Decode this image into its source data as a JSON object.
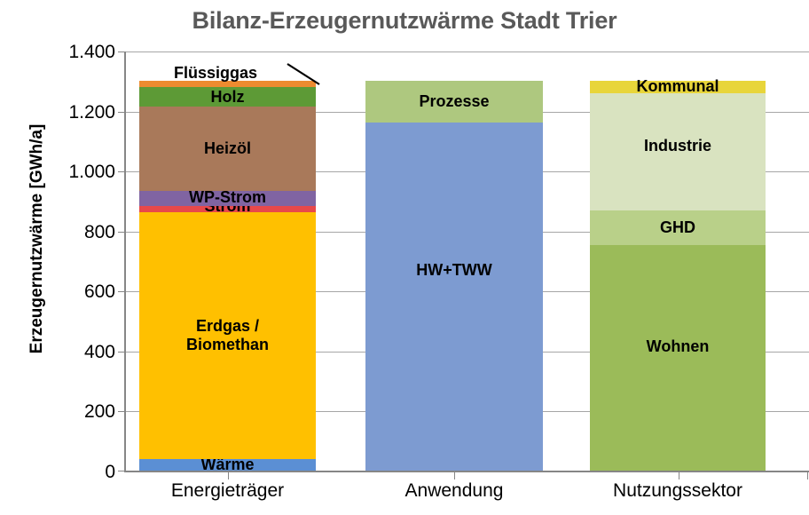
{
  "chart_data": {
    "type": "bar",
    "stacked": true,
    "title": "Bilanz-Erzeugernutzwärme Stadt Trier",
    "xlabel": "",
    "ylabel": "Erzeugernutzwärme [GWh/a]",
    "ylim": [
      0,
      1400
    ],
    "ytick_labels": [
      "1.400",
      "1.200",
      "1.000",
      "800",
      "600",
      "400",
      "200",
      "0"
    ],
    "ytick_values": [
      1400,
      1200,
      1000,
      800,
      600,
      400,
      200,
      0
    ],
    "grid": true,
    "legend": "none (segments labeled inline)",
    "categories": [
      "Energieträger",
      "Anwendung",
      "Nutzungssektor"
    ],
    "columns": [
      {
        "category": "Energieträger",
        "total": 1295,
        "segments": [
          {
            "name": "Wärme",
            "value": 38,
            "color": "#5b8fd4"
          },
          {
            "name": "Erdgas / Biomethan",
            "value": 822,
            "color": "#ffc000"
          },
          {
            "name": "Strom",
            "value": 20,
            "color": "#e8484a"
          },
          {
            "name": "WP-Strom",
            "value": 50,
            "color": "#8064a2"
          },
          {
            "name": "Heizöl",
            "value": 280,
            "color": "#a9795a"
          },
          {
            "name": "Holz",
            "value": 65,
            "color": "#5d9a36"
          },
          {
            "name": "Flüssiggas",
            "value": 20,
            "color": "#ed8b30"
          }
        ]
      },
      {
        "category": "Anwendung",
        "total": 1295,
        "segments": [
          {
            "name": "HW+TWW",
            "value": 1160,
            "color": "#7d9bd1"
          },
          {
            "name": "Prozesse",
            "value": 135,
            "color": "#aec87f"
          }
        ]
      },
      {
        "category": "Nutzungssektor",
        "total": 1295,
        "segments": [
          {
            "name": "Wohnen",
            "value": 750,
            "color": "#9bbb59"
          },
          {
            "name": "GHD",
            "value": 115,
            "color": "#b9d089"
          },
          {
            "name": "Industrie",
            "value": 390,
            "color": "#d9e3c0"
          },
          {
            "name": "Kommunal",
            "value": 40,
            "color": "#e8d53a"
          }
        ]
      }
    ]
  },
  "title": "Bilanz-Erzeugernutzwärme Stadt Trier",
  "y_axis": {
    "label": "Erzeugernutzwärme [GWh/a]",
    "ticks": [
      {
        "text": "1.400",
        "value": 1400
      },
      {
        "text": "1.200",
        "value": 1200
      },
      {
        "text": "1.000",
        "value": 1000
      },
      {
        "text": "800",
        "value": 800
      },
      {
        "text": "600",
        "value": 600
      },
      {
        "text": "400",
        "value": 400
      },
      {
        "text": "200",
        "value": 200
      },
      {
        "text": "0",
        "value": 0
      }
    ]
  },
  "x_axis": {
    "categories": [
      {
        "text": "Energieträger"
      },
      {
        "text": "Anwendung"
      },
      {
        "text": "Nutzungssektor"
      }
    ]
  },
  "callouts": [
    {
      "name": "fluessiggas",
      "text": "Flüssiggas"
    }
  ],
  "colors": {
    "title": "#595959",
    "axis": "#868686",
    "gridline": "#a6a6a6",
    "text": "#000000",
    "background": "#ffffff"
  },
  "segment_labels": {
    "waerme": "Wärme",
    "erdgas_line1": "Erdgas /",
    "erdgas_line2": "Biomethan",
    "strom": "Strom",
    "wp_strom": "WP-Strom",
    "heizoel": "Heizöl",
    "holz": "Holz",
    "fluessiggas": "Flüssiggas",
    "hw_tww": "HW+TWW",
    "prozesse": "Prozesse",
    "wohnen": "Wohnen",
    "ghd": "GHD",
    "industrie": "Industrie",
    "kommunal": "Kommunal"
  }
}
